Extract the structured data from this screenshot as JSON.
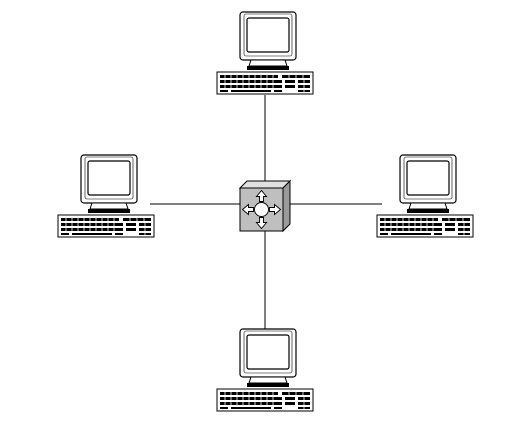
{
  "diagram": {
    "topology": "star",
    "center": {
      "kind": "switch",
      "icon": "switch-icon",
      "fill": "#c8c8c8"
    },
    "nodes": [
      {
        "id": "top",
        "kind": "workstation",
        "icon": "computer-icon"
      },
      {
        "id": "left",
        "kind": "workstation",
        "icon": "computer-icon"
      },
      {
        "id": "right",
        "kind": "workstation",
        "icon": "computer-icon"
      },
      {
        "id": "bottom",
        "kind": "workstation",
        "icon": "computer-icon"
      }
    ],
    "links": [
      {
        "from": "switch",
        "to": "top"
      },
      {
        "from": "switch",
        "to": "left"
      },
      {
        "from": "switch",
        "to": "right"
      },
      {
        "from": "switch",
        "to": "bottom"
      }
    ],
    "colors": {
      "line": "#000000",
      "monitor": "#ffffff",
      "switch_face": "#bfbfbf"
    }
  }
}
